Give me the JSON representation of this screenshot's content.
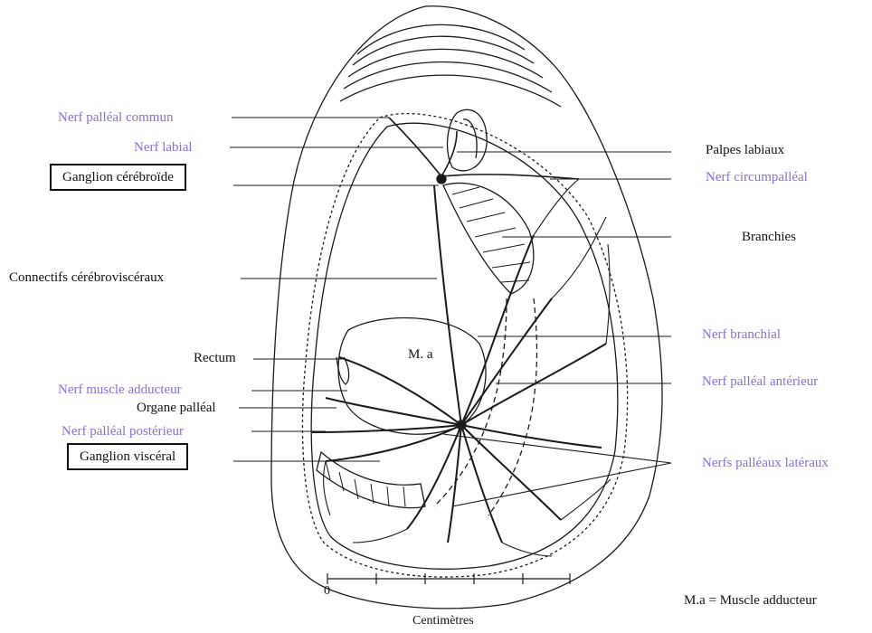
{
  "colors": {
    "purple_label": "#8a6fd0",
    "black_label": "#111111",
    "line": "#1a1a1a"
  },
  "labels_left": {
    "nerf_palleal_commun": "Nerf palléal  commun",
    "nerf_labial": "Nerf labial",
    "ganglion_cerebroide": "Ganglion  cérébroïde",
    "connectifs": "Connectifs  cérébroviscéraux",
    "rectum": "Rectum",
    "nerf_muscle_adducteur": "Nerf muscle  adducteur",
    "organe_palleal": "Organe palléal",
    "nerf_palleal_posterieur": "Nerf palléal  postérieur",
    "ganglion_visceral": "Ganglion  viscéral"
  },
  "labels_right": {
    "palpes_labiaux": "Palpes labiaux",
    "nerf_circumpalleal": "Nerf  circumpalléal",
    "branchies": "Branchies",
    "nerf_branchial": "Nerf branchial",
    "nerf_palleal_anterieur": "Nerf palléal  antérieur",
    "nerfs_palleaux_lateraux": "Nerfs palléaux  latéraux"
  },
  "center_label": "M. a",
  "legend": "M.a = Muscle adducteur",
  "scale": {
    "zero": "0",
    "unit": "Centimètres"
  }
}
